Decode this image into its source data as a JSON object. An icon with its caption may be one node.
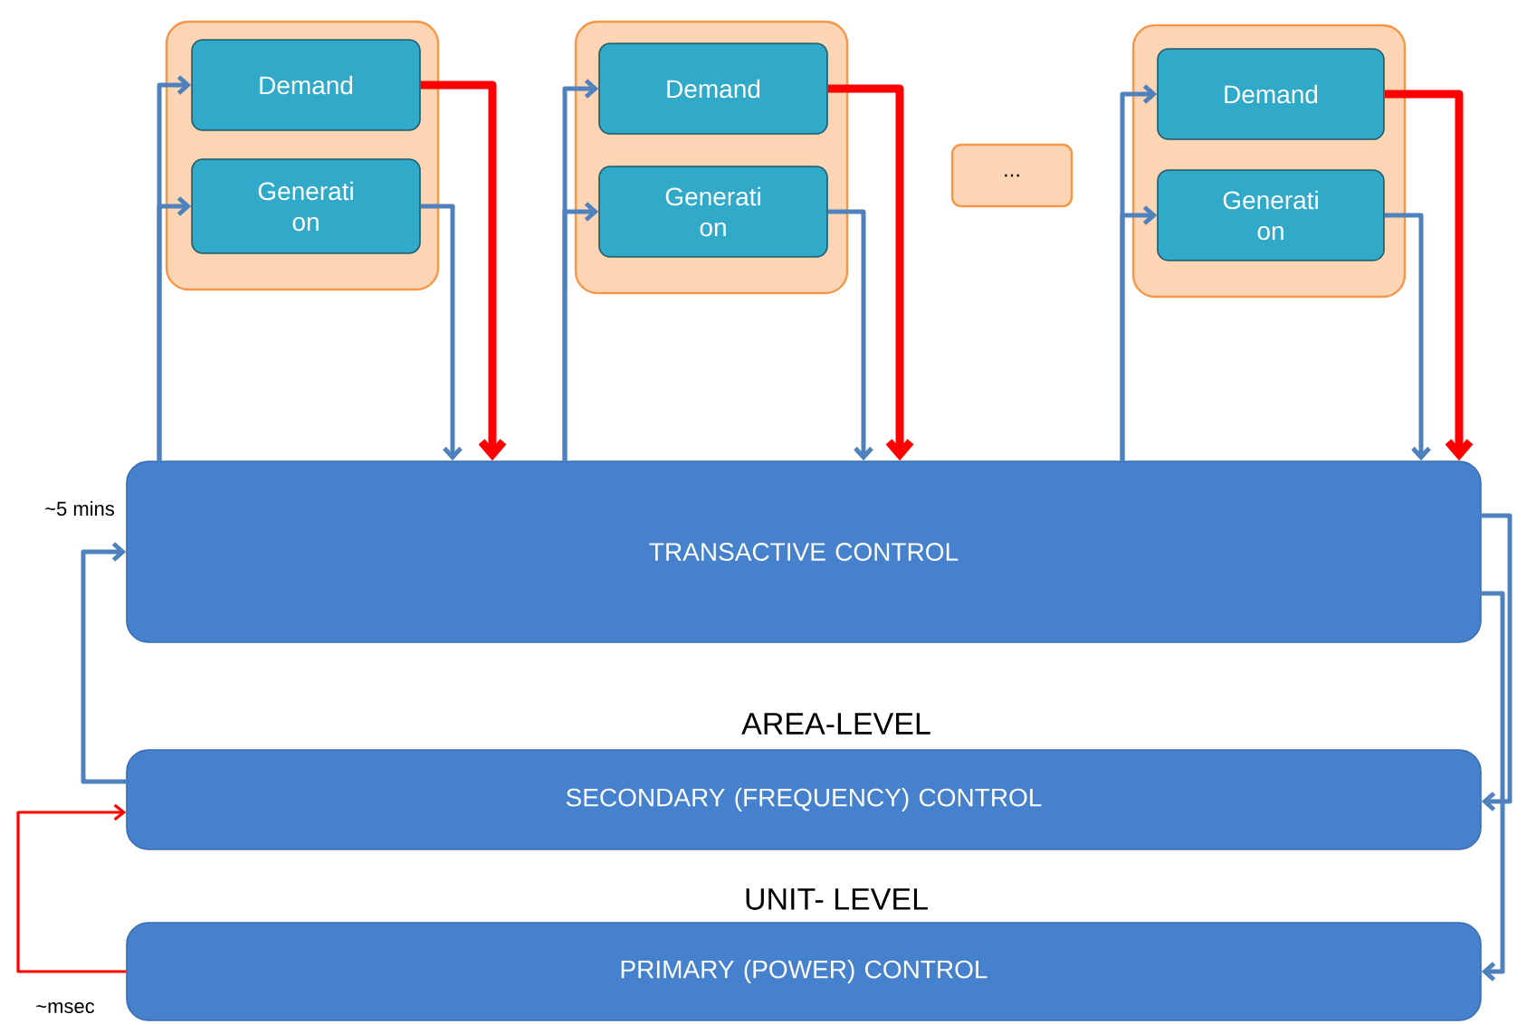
{
  "diagram": {
    "nodes": [
      {
        "text": [],
        "shape": "box"
      },
      {
        "text": [
          "Demand"
        ],
        "in": 0
      },
      {
        "text": [
          "Generati on"
        ],
        "in": 0
      },
      {
        "text": [],
        "shape": "box"
      },
      {
        "text": [
          "Demand"
        ],
        "in": 3
      },
      {
        "text": [
          "Generati on"
        ],
        "in": 3
      },
      {
        "text": [
          "..."
        ]
      },
      {
        "text": [],
        "shape": "box"
      },
      {
        "text": [
          "Demand"
        ],
        "in": 7
      },
      {
        "text": [
          "Generati on"
        ],
        "in": 7
      },
      {
        "text": [
          "TRANSACTIVE CONTROL"
        ]
      },
      {
        "text": [
          "SECONDARY (FREQUENCY) CONTROL"
        ]
      },
      {
        "text": [
          "PRIMARY (POWER) CONTROL"
        ]
      }
    ],
    "edges": [
      {
        "from": 1,
        "to": 10,
        "arrow": "to",
        "style": "thick",
        "color": "#ff0000"
      },
      {
        "from": 2,
        "to": 10,
        "arrow": "to"
      },
      {
        "from": 10,
        "to": 1,
        "arrow": "to"
      },
      {
        "from": 10,
        "to": 2,
        "arrow": "to"
      },
      {
        "from": 4,
        "to": 10,
        "arrow": "to",
        "style": "thick",
        "color": "#ff0000"
      },
      {
        "from": 5,
        "to": 10,
        "arrow": "to"
      },
      {
        "from": 10,
        "to": 4,
        "arrow": "to"
      },
      {
        "from": 10,
        "to": 5,
        "arrow": "to"
      },
      {
        "from": 8,
        "to": 10,
        "arrow": "to",
        "style": "thick",
        "color": "#ff0000"
      },
      {
        "from": 9,
        "to": 10,
        "arrow": "to"
      },
      {
        "from": 10,
        "to": 8,
        "arrow": "to"
      },
      {
        "from": 10,
        "to": 9,
        "arrow": "to"
      },
      {
        "from": 11,
        "to": 10,
        "arrow": "to"
      },
      {
        "from": 12,
        "to": 11,
        "arrow": "to",
        "color": "#ff0000"
      },
      {
        "from": 10,
        "to": 11,
        "arrow": "to"
      },
      {
        "from": 10,
        "to": 12,
        "arrow": "to"
      }
    ],
    "labels": [
      "~5 mins",
      "AREA-LEVEL",
      "UNIT- LEVEL",
      "~msec"
    ]
  }
}
